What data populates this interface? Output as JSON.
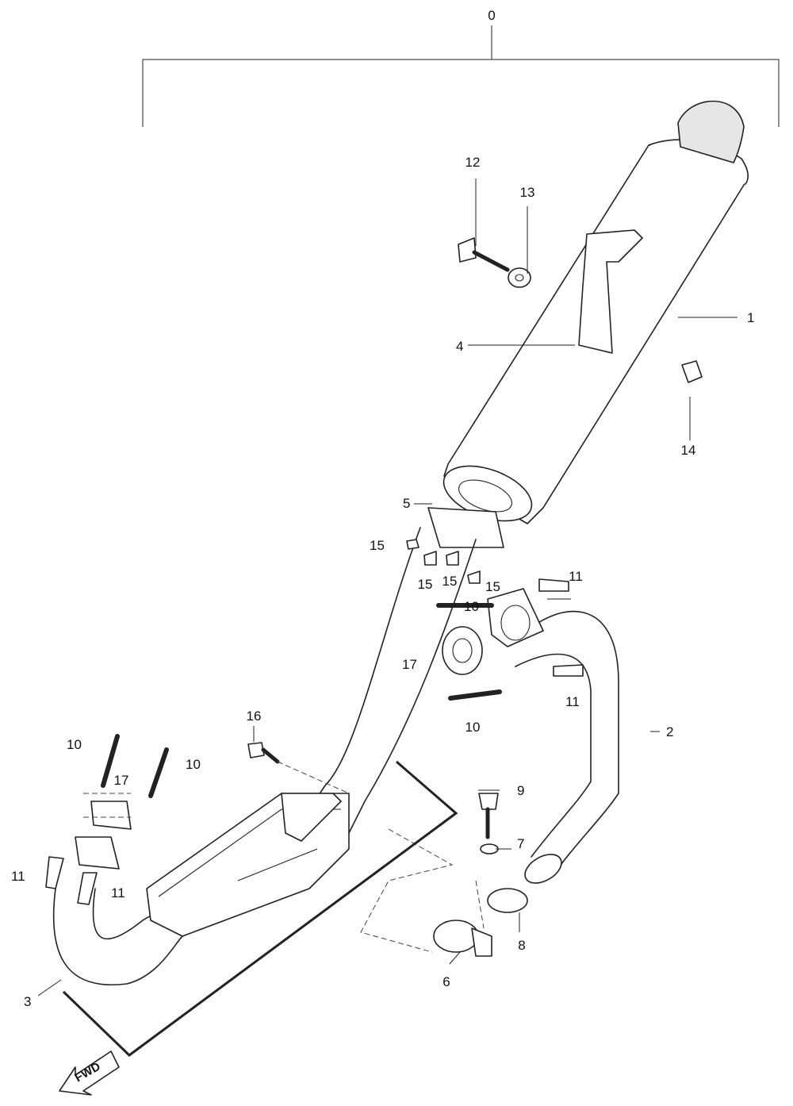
{
  "diagram": {
    "assembly_label": "0",
    "callouts": {
      "c1": "1",
      "c2": "2",
      "c3": "3",
      "c4": "4",
      "c5": "5",
      "c6": "6",
      "c7": "7",
      "c8": "8",
      "c9": "9",
      "c10a": "10",
      "c10b": "10",
      "c10c": "10",
      "c10d": "10",
      "c11a": "11",
      "c11b": "11",
      "c11c": "11",
      "c11d": "11",
      "c12": "12",
      "c13": "13",
      "c14": "14",
      "c15a": "15",
      "c15b": "15",
      "c15c": "15",
      "c15d": "15",
      "c16": "16",
      "c17a": "17",
      "c17b": "17"
    },
    "direction_label": "FWD"
  }
}
